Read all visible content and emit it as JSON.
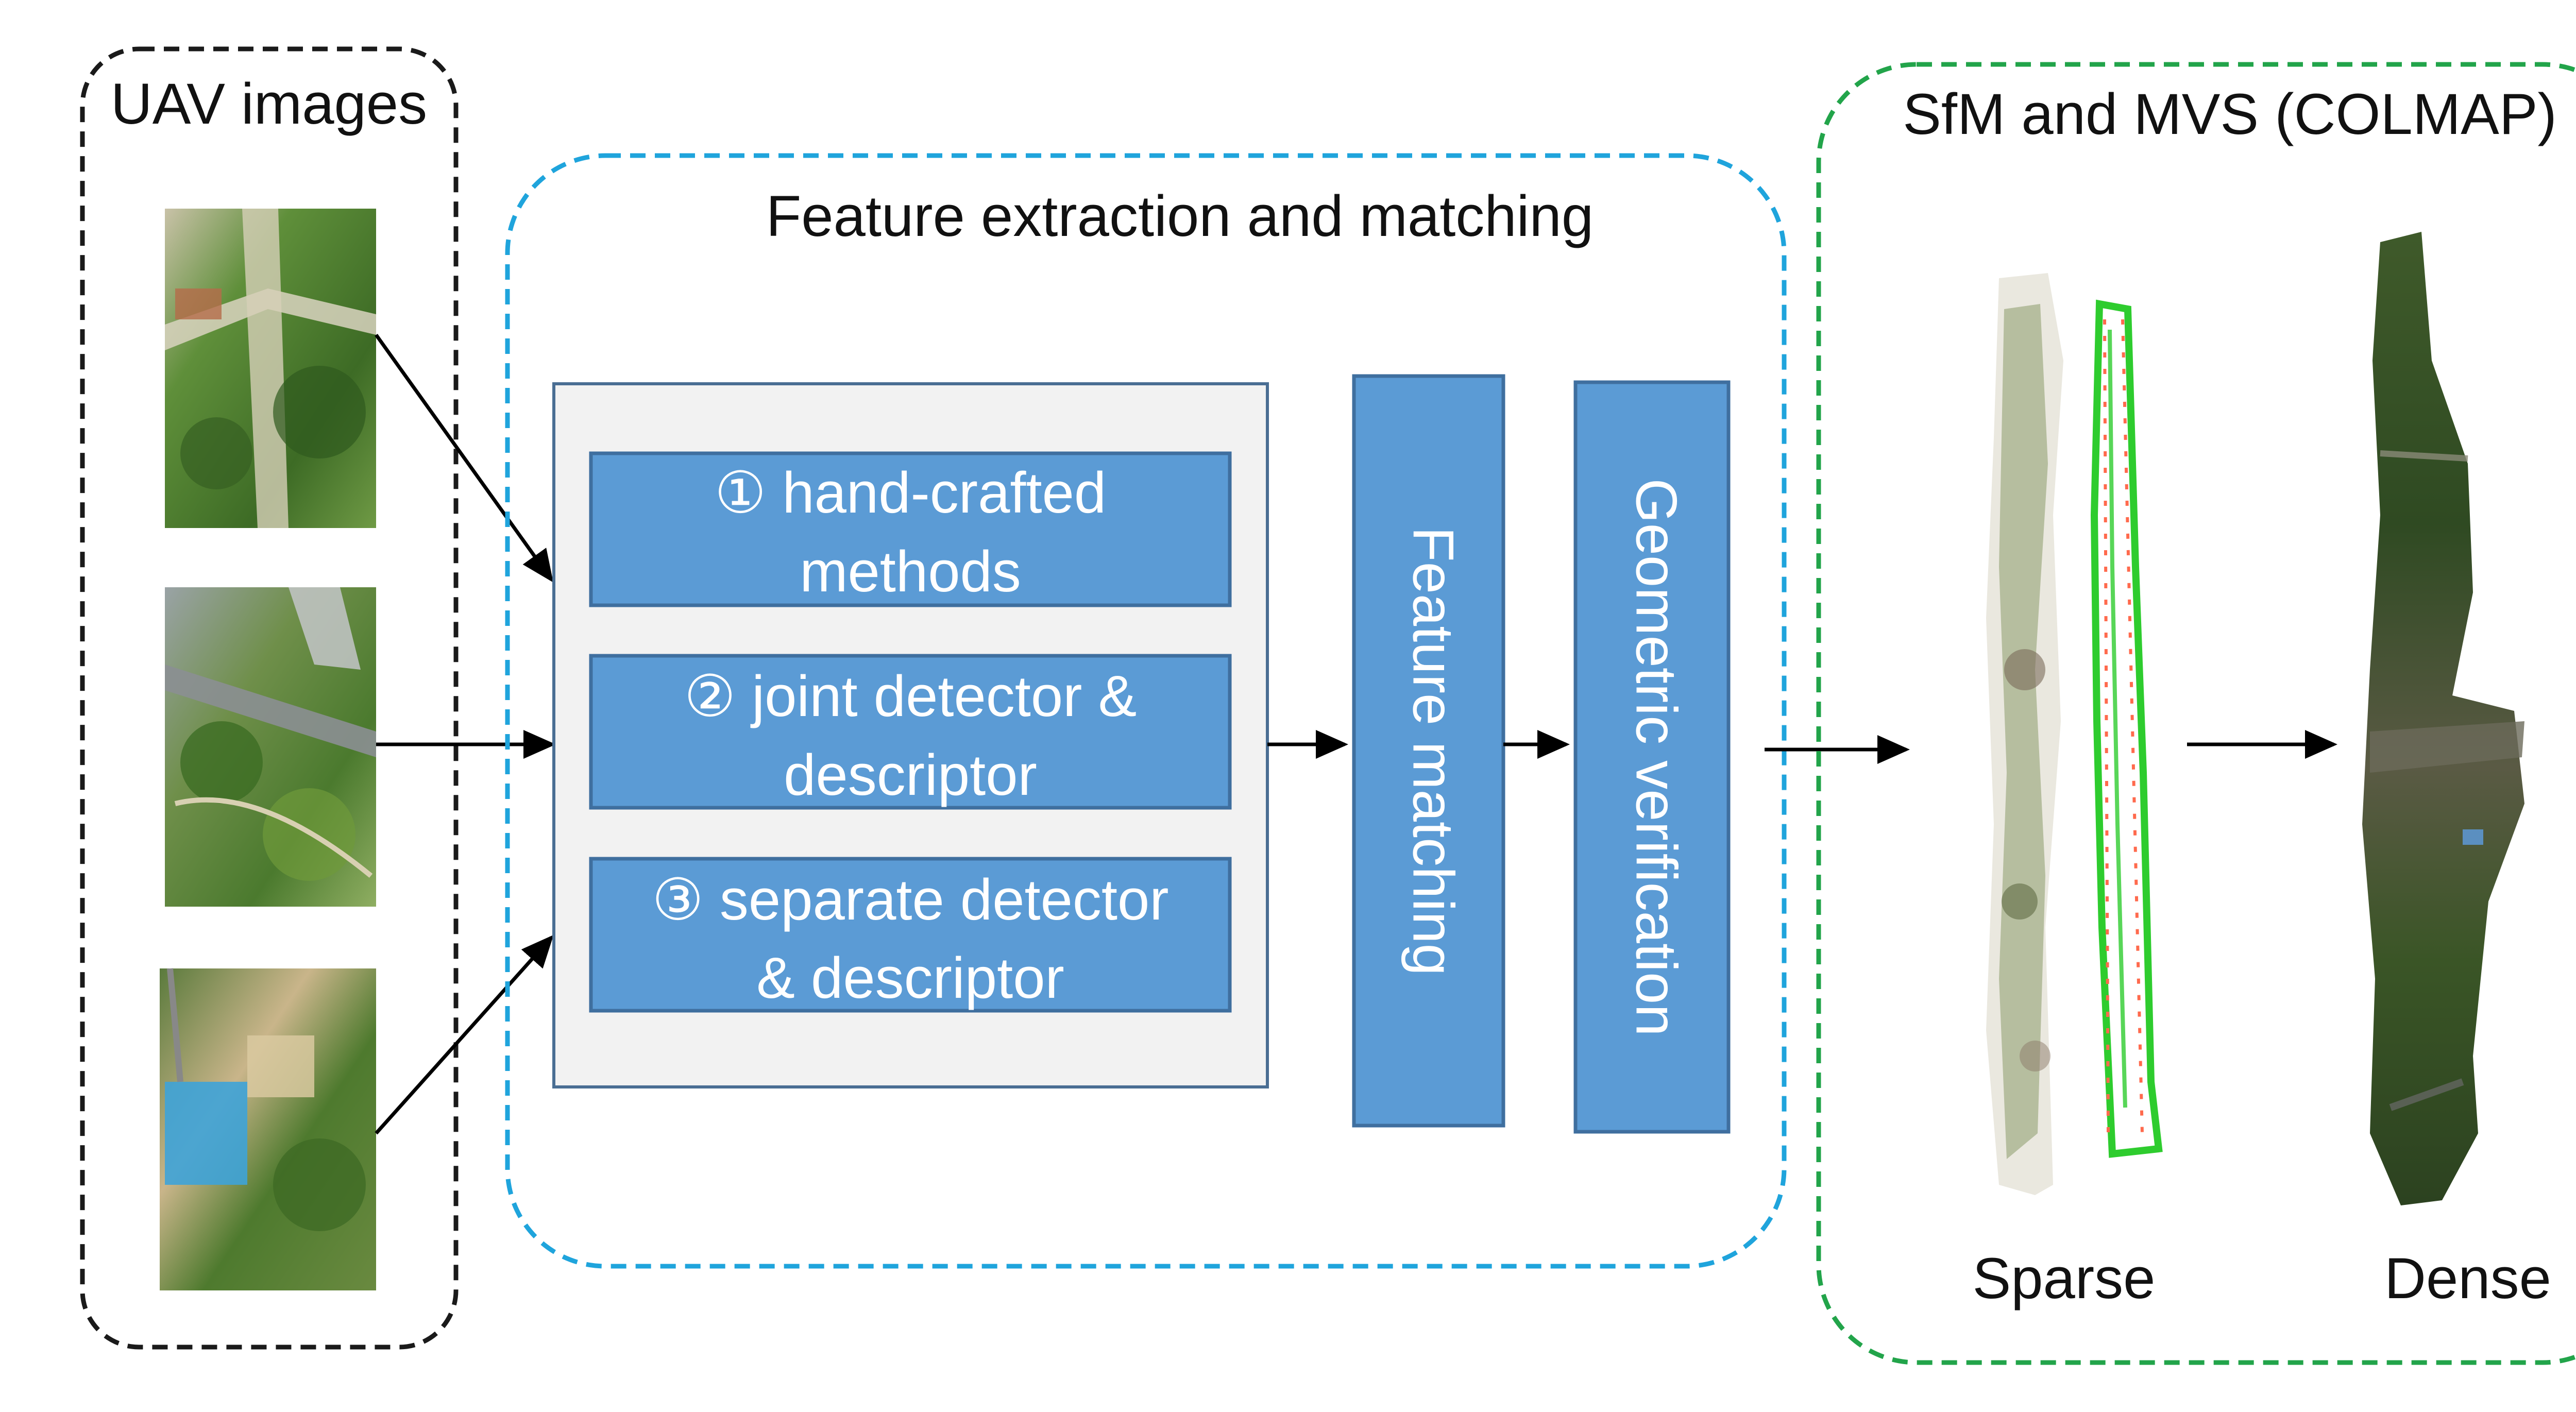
{
  "groups": {
    "uav": {
      "title": "UAV images"
    },
    "feature": {
      "title": "Feature extraction and matching"
    },
    "sfm": {
      "title": "SfM and MVS (COLMAP)"
    }
  },
  "methods": {
    "m1": {
      "line1": "① hand-crafted",
      "line2": "methods"
    },
    "m2": {
      "line1": "② joint detector &",
      "line2": "descriptor"
    },
    "m3": {
      "line1": "③ separate detector",
      "line2": "& descriptor"
    }
  },
  "steps": {
    "matching": "Feature matching",
    "verification": "Geometric verification"
  },
  "outputs": {
    "sparse": "Sparse",
    "dense": "Dense"
  },
  "colors": {
    "uav_border": "#1a1a1a",
    "feature_border": "#1fa4dc",
    "sfm_border": "#22a44a",
    "method_fill": "#5b9bd5",
    "method_border": "#3f6f9f",
    "panel_fill": "#f2f2f2",
    "camera_path": "#2ecc2e",
    "camera_point": "#ff6a4d"
  }
}
